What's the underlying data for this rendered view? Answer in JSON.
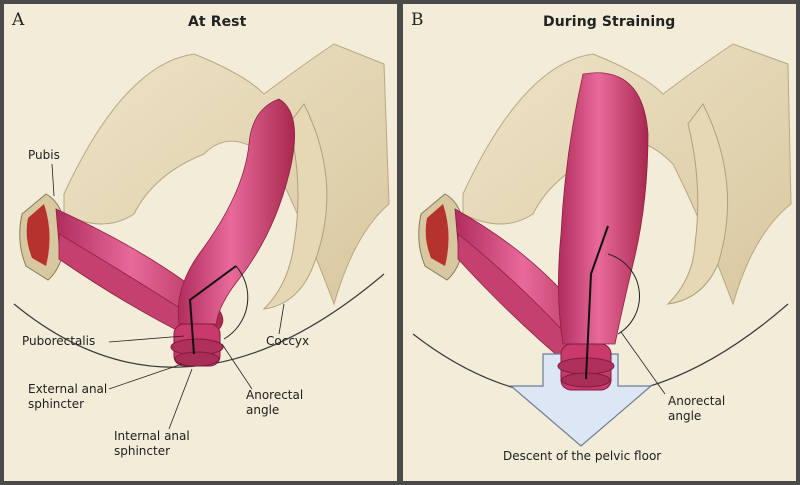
{
  "panel_a": {
    "letter": "A",
    "title": "At Rest",
    "labels": {
      "pubis": "Pubis",
      "puborectalis": "Puborectalis",
      "coccyx": "Coccyx",
      "external_line1": "External anal",
      "external_line2": "sphincter",
      "internal_line1": "Internal anal",
      "internal_line2": "sphincter",
      "anorectal_line1": "Anorectal",
      "anorectal_line2": "angle"
    }
  },
  "panel_b": {
    "letter": "B",
    "title": "During Straining",
    "labels": {
      "anorectal_line1": "Anorectal",
      "anorectal_line2": "angle",
      "descent": "Descent of the pelvic floor"
    }
  },
  "colors": {
    "background": "#f2ecd8",
    "bone": "#e8dcbc",
    "muscle": "#d6487e",
    "muscle_dark": "#9e2650",
    "arrow": "#dce6f4"
  }
}
